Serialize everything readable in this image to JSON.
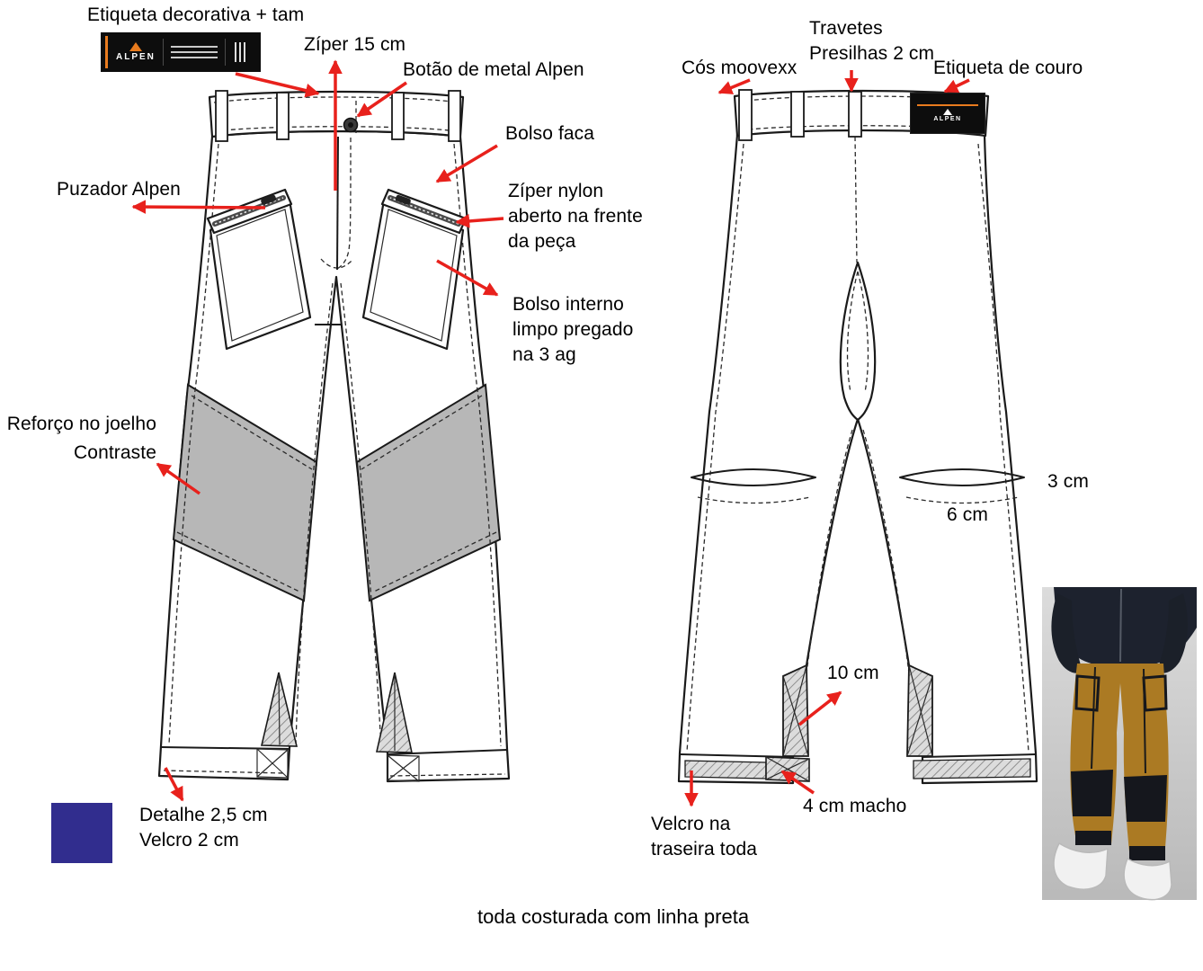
{
  "colors": {
    "arrow_red": "#e8211c",
    "panel_gray": "#b7b7b7",
    "swatch_blue": "#312d8e",
    "label_orange": "#e87b1e",
    "label_black": "#0d0d0d",
    "photo_pants_yellow": "#ab7a23",
    "photo_dark": "#1d222e"
  },
  "brand": {
    "name": "ALPEN"
  },
  "front_view": {
    "annotations": {
      "etiqueta_decorativa": "Etiqueta decorativa + tam",
      "ziper_15cm": "Zíper 15 cm",
      "botao_metal": "Botão de metal Alpen",
      "bolso_faca": "Bolso faca",
      "puzador_alpen": "Puzador Alpen",
      "ziper_nylon": "Zíper nylon\naberto na frente\nda peça",
      "bolso_interno": "Bolso interno\nlimpo pregado\nna 3 ag",
      "reforco_joelho": "Reforço no joelho\nContraste",
      "detalhe_velcro": "Detalhe 2,5 cm\nVelcro 2 cm"
    }
  },
  "back_view": {
    "annotations": {
      "cos_moovexx": "Cós moovexx",
      "travetes_presilhas": "Travetes\nPresilhas 2 cm",
      "etiqueta_couro": "Etiqueta de couro",
      "medida_3cm": "3 cm",
      "medida_6cm": "6 cm",
      "medida_10cm": "10 cm",
      "macho_4cm": "4 cm macho",
      "velcro_traseira": "Velcro na\ntraseira toda"
    }
  },
  "footer": {
    "note": "toda costurada com linha preta"
  }
}
